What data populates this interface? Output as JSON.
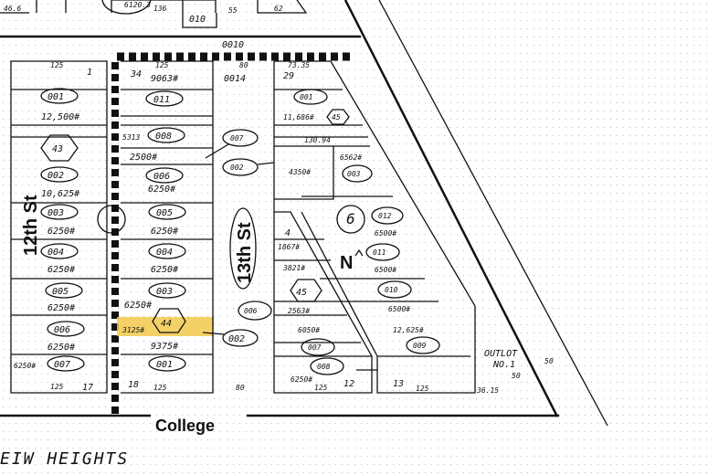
{
  "map": {
    "highlight_color": "#f2c94c",
    "streets": {
      "twelfth": "12th St",
      "thirteenth": "13th St",
      "college": "College"
    },
    "subdivision": "EIW HEIGHTS",
    "north_arrow": "N",
    "top_fragments": [
      "46.6",
      "136",
      "010",
      "55",
      "62",
      "6120.3"
    ],
    "center": {
      "alley_code": "0010",
      "width_top": "80",
      "parcel_0014": "0014",
      "p007": "007",
      "p002a": "002",
      "p006": "006",
      "p002b": "002",
      "width_bottom": "80"
    },
    "block_west": {
      "frontage": "125",
      "lot_top": "1",
      "p001": "001",
      "a001": "12,500#",
      "hex": "43",
      "p002": "002",
      "a002": "10,625#",
      "p003": "003",
      "a003": "6250#",
      "p004": "004",
      "a004": "6250#",
      "p005": "005",
      "a005": "6250#",
      "p006": "006",
      "a006": "6250#",
      "a007": "6250#",
      "p007": "007",
      "frontage_bottom": "125",
      "lot_bottom": "17"
    },
    "block_middle": {
      "frontage": "125",
      "lot_top": "34",
      "a011": "9063#",
      "p011": "011",
      "a008": "5313",
      "p008": "008",
      "a2500": "2500#",
      "p006": "006",
      "a006": "6250#",
      "p005": "005",
      "a005": "6250#",
      "p004": "004",
      "a004": "6250#",
      "p003": "003",
      "a003": "6250#",
      "hex": "44",
      "highlight_area": "3125#",
      "a001": "9375#",
      "p001": "001",
      "lot_bottom": "18",
      "frontage_bottom": "125"
    },
    "block_east": {
      "frontage": "73.35",
      "lot_top": "29",
      "p001": "001",
      "a001": "11,686#",
      "hex_top": "45",
      "dim": "130.94",
      "a4350": "4350#",
      "a6562": "6562#",
      "p003": "003",
      "circle": "6",
      "p012": "012",
      "a012": "6500#",
      "lot4": "4",
      "a1867": "1867#",
      "a3821": "3821#",
      "p011": "011",
      "a011": "6500#",
      "p010": "010",
      "a010": "6500#",
      "hex_low": "45",
      "a2563": "2563#",
      "a6050": "6050#",
      "p007": "007",
      "a12625": "12,625#",
      "p009": "009",
      "p008": "008",
      "a6250": "6250#",
      "lot12": "12",
      "frontage_bottom": "125",
      "lot13": "13",
      "frontage13": "125",
      "outlot": "OUTLOT",
      "outlot_no": "NO.1",
      "d50a": "50",
      "d50b": "50",
      "d3615": "36.15"
    }
  }
}
